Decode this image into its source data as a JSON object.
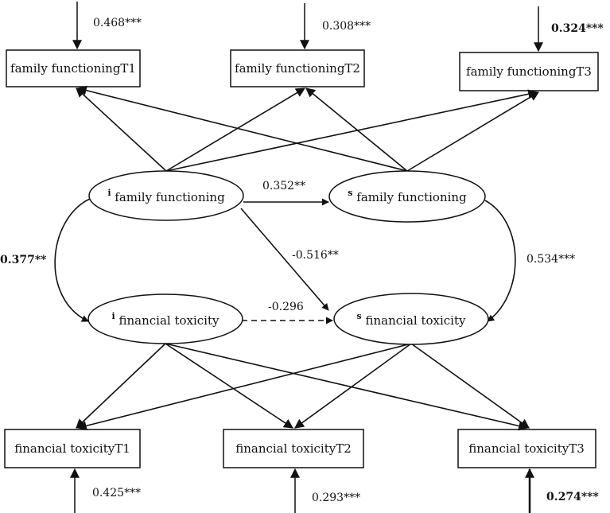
{
  "boxes": {
    "ff_t1": "family functioningT1",
    "ff_t2": "family functioningT2",
    "ff_t3": "family functioningT3",
    "ft_t1": "financial toxicityT1",
    "ft_t2": "financial toxicityT2",
    "ft_t3": "financial toxicityT3"
  },
  "latents": {
    "i_ff": {
      "prefix": "i",
      "label": "family functioning"
    },
    "s_ff": {
      "prefix": "s",
      "label": "family functioning"
    },
    "i_ft": {
      "prefix": "i",
      "label": "financial toxicity"
    },
    "s_ft": {
      "prefix": "s",
      "label": "financial toxicity"
    }
  },
  "coefficients": {
    "resid_ff_t1": "0.468***",
    "resid_ff_t2": "0.308***",
    "resid_ff_t3": "0.324***",
    "resid_ft_t1": "0.425***",
    "resid_ft_t2": "0.293***",
    "resid_ft_t3": "0.274***",
    "i_ff_to_s_ff": "0.352**",
    "i_ff_to_s_ft": "-0.516**",
    "i_ft_to_s_ft": "-0.296",
    "cov_i_ff_i_ft": "0.377**",
    "cov_s_ff_s_ft": "0.534***"
  },
  "colors": {
    "stroke": "#111111",
    "background": "#ffffff"
  }
}
